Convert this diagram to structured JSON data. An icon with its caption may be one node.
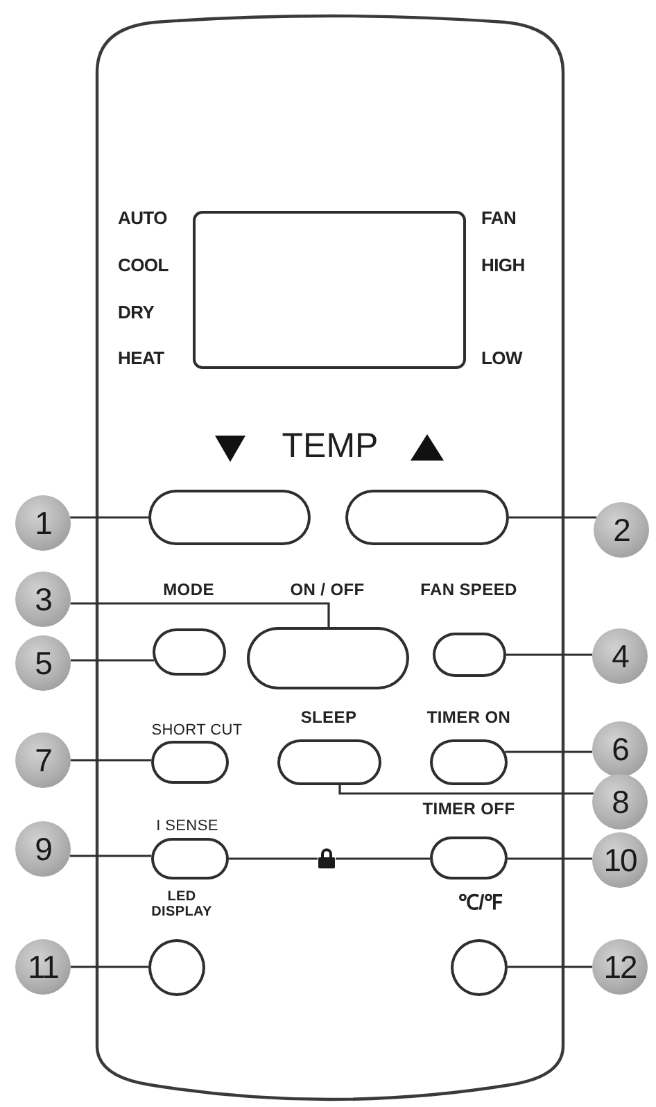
{
  "diagram": {
    "nodes": [
      {
        "text": [],
        "shape": "box"
      },
      {
        "text": [],
        "shape": "box",
        "in": 0,
        "beside": [
          "AUTO",
          "COOL",
          "DRY",
          "HEAT",
          "FAN",
          "HIGH",
          "LOW"
        ]
      },
      {
        "text": [],
        "shape": "box",
        "in": 0
      },
      {
        "text": [],
        "shape": "box",
        "in": 0
      },
      {
        "text": [
          "MODE"
        ],
        "in": 0
      },
      {
        "text": [
          "ON / OFF"
        ],
        "in": 0
      },
      {
        "text": [
          "FAN SPEED"
        ],
        "in": 0
      },
      {
        "text": [
          "SHORT CUT"
        ],
        "in": 0
      },
      {
        "text": [
          "SLEEP"
        ],
        "in": 0
      },
      {
        "text": [
          "TIMER ON"
        ],
        "in": 0
      },
      {
        "text": [
          "I SENSE"
        ],
        "in": 0
      },
      {
        "text": [
          "TIMER OFF"
        ],
        "in": 0
      },
      {
        "text": [
          "LED DISPLAY"
        ],
        "in": 0
      },
      {
        "text": [
          "℃/℉"
        ],
        "in": 0
      },
      {
        "text": [
          "1"
        ]
      },
      {
        "text": [
          "2"
        ]
      },
      {
        "text": [
          "3"
        ]
      },
      {
        "text": [
          "4"
        ]
      },
      {
        "text": [
          "5"
        ]
      },
      {
        "text": [
          "6"
        ]
      },
      {
        "text": [
          "7"
        ]
      },
      {
        "text": [
          "8"
        ]
      },
      {
        "text": [
          "9"
        ]
      },
      {
        "text": [
          "10"
        ]
      },
      {
        "text": [
          "11"
        ]
      },
      {
        "text": [
          "12"
        ]
      }
    ],
    "edges": [
      {
        "from": 14,
        "to": 2,
        "arrow": "none"
      },
      {
        "from": 15,
        "to": 3,
        "arrow": "none"
      },
      {
        "from": 16,
        "to": 5,
        "arrow": "none"
      },
      {
        "from": 17,
        "to": 6,
        "arrow": "none"
      },
      {
        "from": 18,
        "to": 4,
        "arrow": "none"
      },
      {
        "from": 19,
        "to": 9,
        "arrow": "none"
      },
      {
        "from": 20,
        "to": 7,
        "arrow": "none"
      },
      {
        "from": 21,
        "to": 8,
        "arrow": "none"
      },
      {
        "from": 22,
        "to": 10,
        "arrow": "none"
      },
      {
        "from": 23,
        "to": 11,
        "arrow": "none"
      },
      {
        "from": 24,
        "to": 12,
        "arrow": "none"
      },
      {
        "from": 25,
        "to": 13,
        "arrow": "none"
      },
      {
        "from": 10,
        "to": 11,
        "arrow": "none"
      }
    ],
    "labels": [
      "TEMP"
    ]
  }
}
